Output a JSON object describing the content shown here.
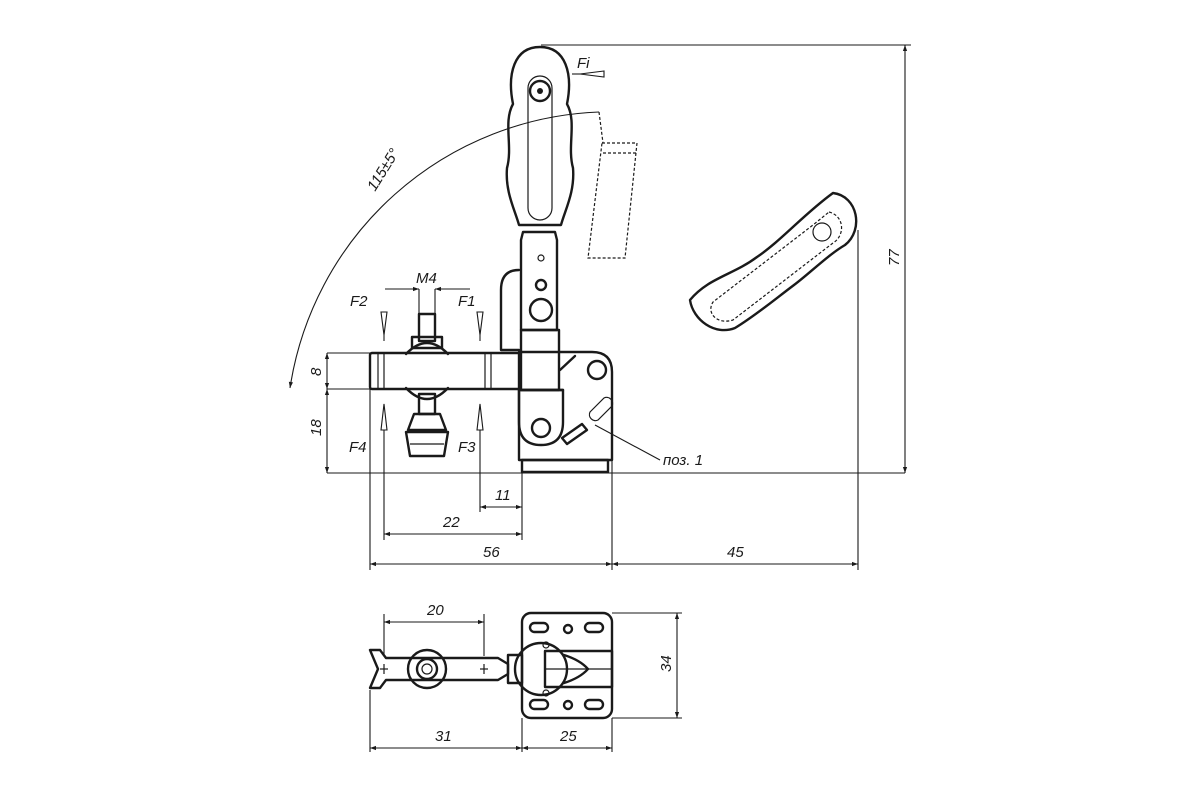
{
  "colors": {
    "line": "#1a1a1a",
    "background": "#ffffff"
  },
  "labels": {
    "thread": "M4",
    "force_f1": "F1",
    "force_f2": "F2",
    "force_f3": "F3",
    "force_f4": "F4",
    "force_fi": "Fi",
    "angle": "115±5°",
    "position": "поз. 1"
  },
  "dimensions": {
    "d8": "8",
    "d18": "18",
    "d11": "11",
    "d22": "22",
    "d56": "56",
    "d45": "45",
    "d77": "77",
    "d20": "20",
    "d31": "31",
    "d25": "25",
    "d34": "34"
  }
}
